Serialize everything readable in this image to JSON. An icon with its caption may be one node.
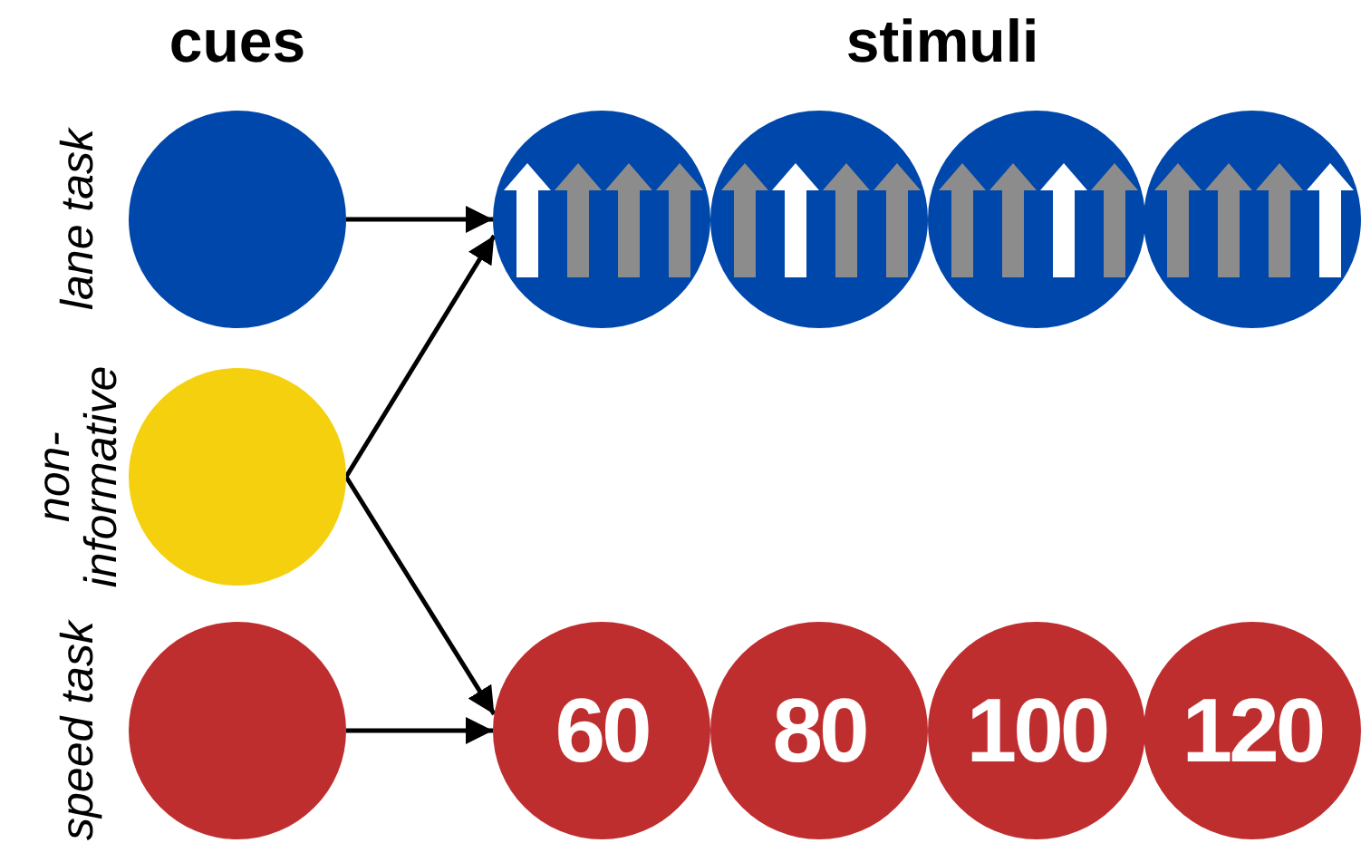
{
  "diagram": {
    "nodes": [
      {
        "text": [],
        "shape": "circle",
        "beside": [
          "lane task"
        ]
      },
      {
        "text": [],
        "shape": "circle",
        "beside": [
          "non- informative"
        ]
      },
      {
        "text": [],
        "shape": "circle",
        "beside": [
          "speed task"
        ]
      },
      {
        "text": [],
        "shape": "circle"
      },
      {
        "text": [],
        "shape": "circle"
      },
      {
        "text": [],
        "shape": "circle"
      },
      {
        "text": [],
        "shape": "circle"
      },
      {
        "text": [
          "60"
        ]
      },
      {
        "text": [
          "80"
        ]
      },
      {
        "text": [
          "100"
        ]
      },
      {
        "text": [
          "120"
        ]
      }
    ],
    "edges": [
      {
        "from": 0,
        "to": 3,
        "arrow": "to"
      },
      {
        "from": 1,
        "to": 3,
        "arrow": "to"
      },
      {
        "from": 1,
        "to": 7,
        "arrow": "to"
      },
      {
        "from": 2,
        "to": 7,
        "arrow": "to"
      }
    ],
    "labels": [
      "cues",
      "stimuli"
    ]
  }
}
